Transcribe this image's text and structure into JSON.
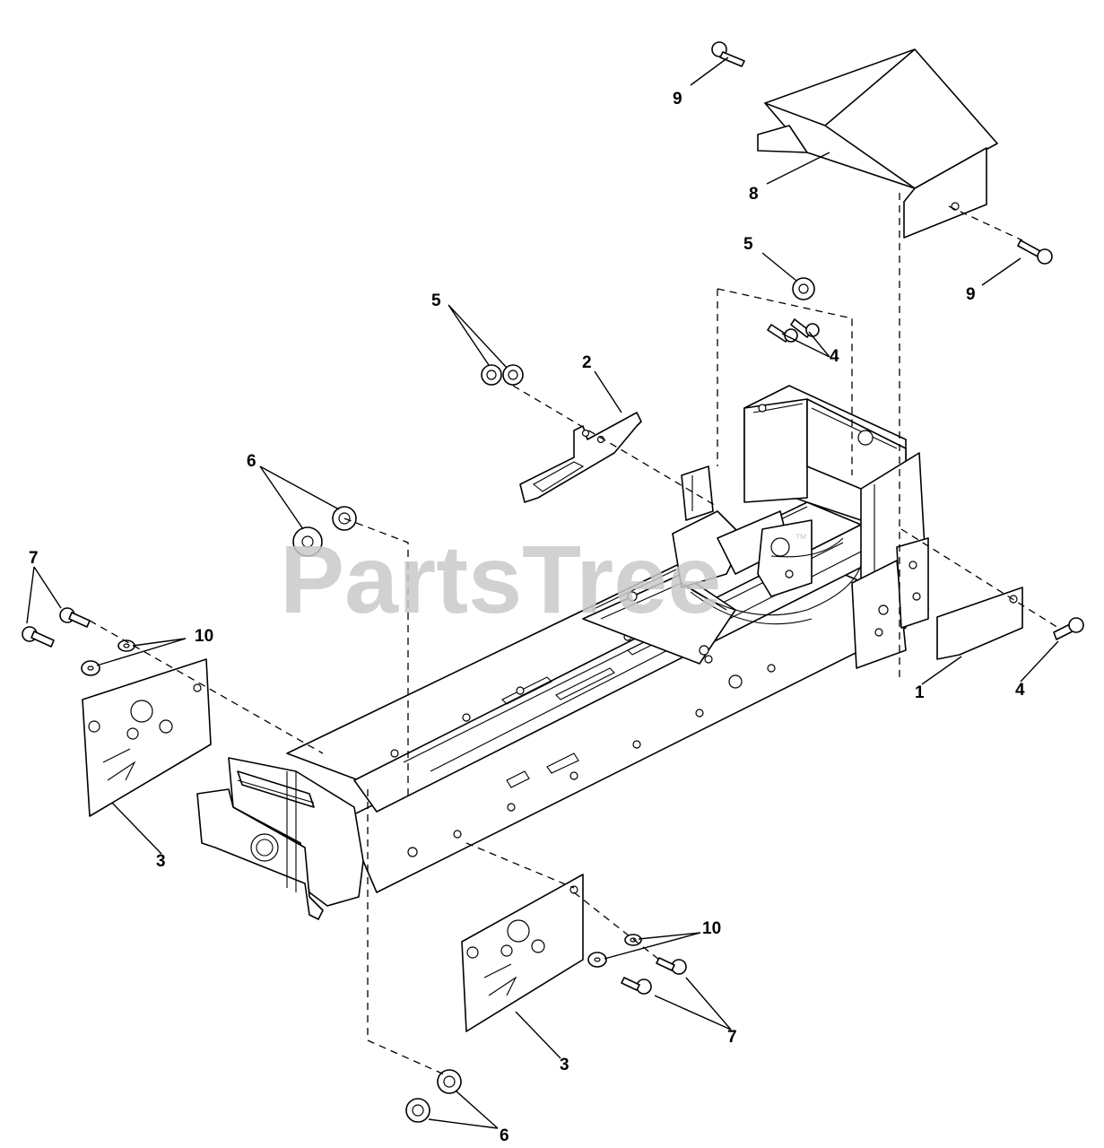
{
  "watermark": {
    "text": "PartsTree",
    "trademark": "™"
  },
  "callouts": {
    "c1": "1",
    "c2": "2",
    "c3a": "3",
    "c3b": "3",
    "c4a": "4",
    "c4b": "4",
    "c5a": "5",
    "c5b": "5",
    "c6a": "6",
    "c6b": "6",
    "c7a": "7",
    "c7b": "7",
    "c8": "8",
    "c9a": "9",
    "c9b": "9",
    "c10a": "10",
    "c10b": "10"
  }
}
